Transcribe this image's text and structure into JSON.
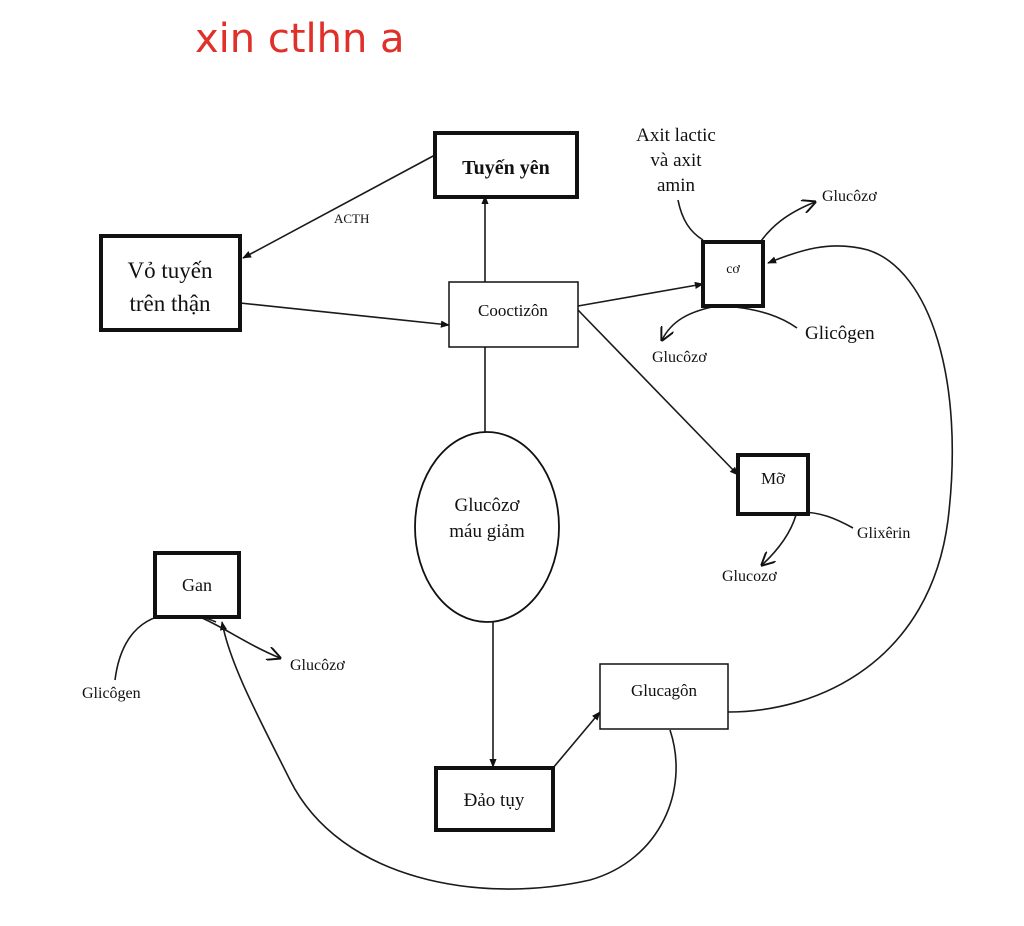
{
  "handwritten_note": "xin ctlhn a",
  "nodes": {
    "tuyen_yen": "Tuyến yên",
    "vo_tuyen_line1": "Vỏ tuyến",
    "vo_tuyen_line2": "trên thận",
    "cooctizon": "Cooctizôn",
    "co": "cơ",
    "mo": "Mỡ",
    "glucozo_mau_giam_line1": "Glucôzơ",
    "glucozo_mau_giam_line2": "máu giảm",
    "gan": "Gan",
    "glucagon": "Glucagôn",
    "dao_tuy": "Đảo tụy"
  },
  "labels": {
    "acth": "ACTH",
    "axit_line1": "Axit lactic",
    "axit_line2": "và axit",
    "axit_line3": "amin",
    "glucozo_co_top": "Glucôzơ",
    "glicogen_co": "Glicôgen",
    "glucozo_co_left": "Glucôzơ",
    "glixerin": "Glixêrin",
    "glucozo_mo": "Glucozơ",
    "glucozo_gan": "Glucôzơ",
    "glicogen_gan": "Glicôgen"
  }
}
